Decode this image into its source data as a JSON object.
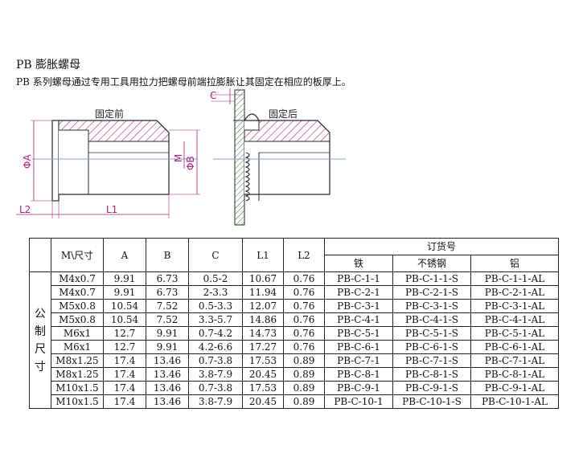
{
  "heading": {
    "title": "PB 膨胀螺母",
    "description": "PB 系列螺母通过专用工具用拉力把螺母前端拉膨胀让其固定在相应的板厚上。"
  },
  "drawing": {
    "before_label": "固定前",
    "after_label": "固定后",
    "dims": {
      "A": "ΦA",
      "B": "ΦB",
      "M": "M",
      "L1": "L1",
      "L2": "L2",
      "C": "C"
    },
    "colors": {
      "hatch": "#c0307f",
      "outline": "#2a2a2a",
      "centerline": "#7ea6d8"
    }
  },
  "table": {
    "headers": {
      "size": "M\\尺寸",
      "A": "A",
      "B": "B",
      "C": "C",
      "L1": "L1",
      "L2": "L2",
      "order": "订货号",
      "iron": "铁",
      "stainless": "不锈钢",
      "aluminum": "铝"
    },
    "side_label": [
      "公",
      "制",
      "尺",
      "寸"
    ],
    "rows": [
      [
        "M4x0.7",
        "9.91",
        "6.73",
        "0.5-2",
        "10.67",
        "0.76",
        "PB-C-1-1",
        "PB-C-1-1-S",
        "PB-C-1-1-AL"
      ],
      [
        "M4x0.7",
        "9.91",
        "6.73",
        "2-3.3",
        "11.94",
        "0.76",
        "PB-C-2-1",
        "PB-C-2-1-S",
        "PB-C-2-1-AL"
      ],
      [
        "M5x0.8",
        "10.54",
        "7.52",
        "0.5-3.3",
        "12.07",
        "0.76",
        "PB-C-3-1",
        "PB-C-3-1-S",
        "PB-C-3-1-AL"
      ],
      [
        "M5x0.8",
        "10.54",
        "7.52",
        "3.3-5.7",
        "14.86",
        "0.76",
        "PB-C-4-1",
        "PB-C-4-1-S",
        "PB-C-4-1-AL"
      ],
      [
        "M6x1",
        "12.7",
        "9.91",
        "0.7-4.2",
        "14.73",
        "0.76",
        "PB-C-5-1",
        "PB-C-5-1-S",
        "PB-C-5-1-AL"
      ],
      [
        "M6x1",
        "12.7",
        "9.91",
        "4.2-6.6",
        "17.27",
        "0.76",
        "PB-C-6-1",
        "PB-C-6-1-S",
        "PB-C-6-1-AL"
      ],
      [
        "M8x1.25",
        "17.4",
        "13.46",
        "0.7-3.8",
        "17.53",
        "0.89",
        "PB-C-7-1",
        "PB-C-7-1-S",
        "PB-C-7-1-AL"
      ],
      [
        "M8x1.25",
        "17.4",
        "13.46",
        "3.8-7.9",
        "20.45",
        "0.89",
        "PB-C-8-1",
        "PB-C-8-1-S",
        "PB-C-8-1-AL"
      ],
      [
        "M10x1.5",
        "17.4",
        "13.46",
        "0.7-3.8",
        "17.53",
        "0.89",
        "PB-C-9-1",
        "PB-C-9-1-S",
        "PB-C-9-1-AL"
      ],
      [
        "M10x1.5",
        "17.4",
        "13.46",
        "3.8-7.9",
        "20.45",
        "0.89",
        "PB-C-10-1",
        "PB-C-10-1-S",
        "PB-C-10-1-AL"
      ]
    ]
  }
}
